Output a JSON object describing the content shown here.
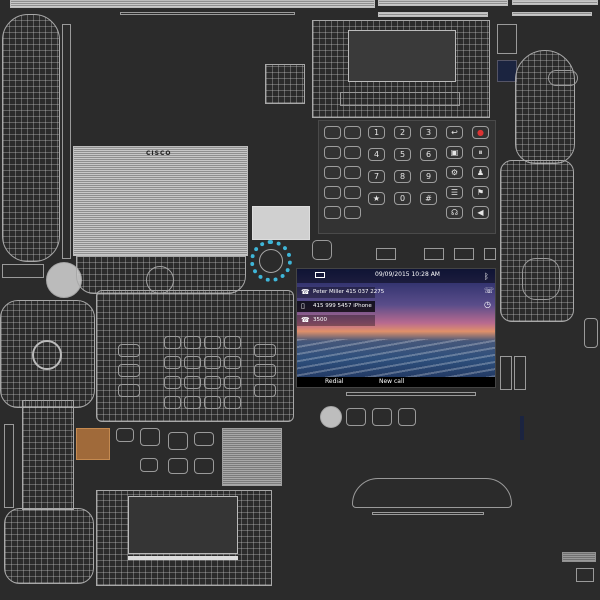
{
  "logo": {
    "brand": "CISCO"
  },
  "screen": {
    "datetime": "09/09/2015 10:28 AM",
    "lines": [
      {
        "icon": "handset-icon",
        "text": "Peter Miller 415 037 2275"
      },
      {
        "icon": "mobile-icon",
        "text": "415 999 5457 iPhone"
      },
      {
        "icon": "handset-icon",
        "text": "3500"
      }
    ],
    "softkeys": [
      "Redial",
      "New call"
    ],
    "side_icons": [
      "bluetooth-icon",
      "phone-icon",
      "clock-icon"
    ]
  },
  "keypad": {
    "digits": [
      "1",
      "2",
      "3",
      "4",
      "5",
      "6",
      "7",
      "8",
      "9",
      "★",
      "0",
      "#"
    ],
    "function_keys": [
      "↩",
      "●",
      "▣",
      "⏸",
      "⚙",
      "♟",
      "☰",
      "⚑",
      "☊",
      "◀"
    ]
  },
  "colors": {
    "background": "#2b2b2b",
    "wireframe": "#a8a8a8",
    "accent_red": "#d33333",
    "bezel_ring": "#3fb6d8",
    "sticker_brown": "#a06a3a"
  }
}
